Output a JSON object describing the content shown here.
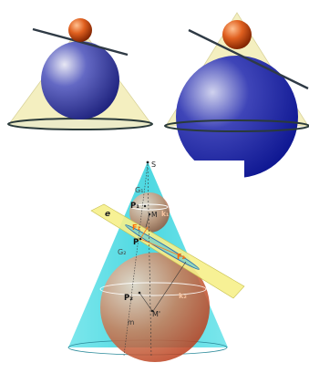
{
  "labels": {
    "apex": "S",
    "g1": "G₁",
    "g2": "G₂",
    "p1": "P₁",
    "p2": "P₂",
    "p": "P",
    "m": "M",
    "m_prime": "M'",
    "k1": "k₁",
    "k2": "k₂",
    "f1": "F₁",
    "f2": "F₂",
    "plane_e": "e",
    "m_line": "m"
  },
  "colors": {
    "cone_yellow": "#f3eeb6",
    "cone_cyan": "#44d8e0",
    "small_sphere": "#d5531b",
    "blue_sphere": "#3a3fb3",
    "plane": "#f6f08a",
    "focus_label": "#ff6a00",
    "circle_label": "#f7c4a0",
    "tangent_line": "#2f3a45"
  }
}
